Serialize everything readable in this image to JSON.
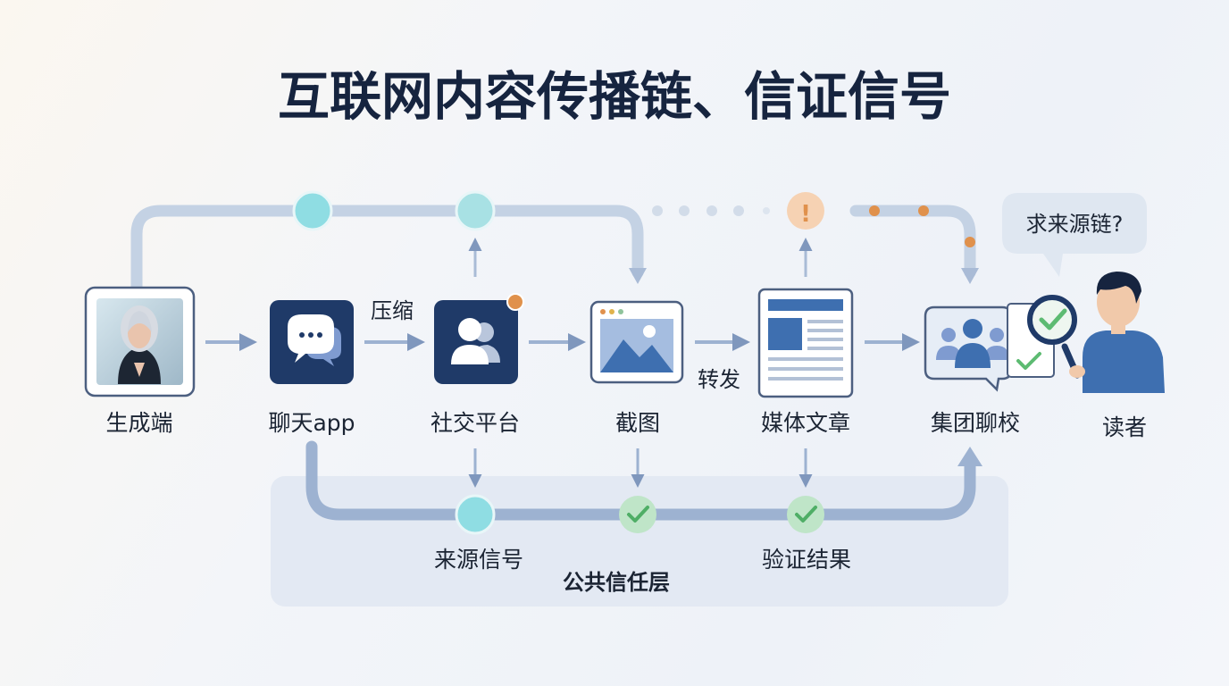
{
  "title": "互联网内容传播链、信证信号",
  "nodes": {
    "generator": "生成端",
    "chat_app": "聊天app",
    "social": "社交平台",
    "screenshot": "截图",
    "media": "媒体文章",
    "group_chat": "集团聊校",
    "reader": "读者"
  },
  "edge_labels": {
    "compress": "压缩",
    "forward": "转发"
  },
  "speech_bubble": "求来源链?",
  "trust_layer": {
    "title": "公共信任层",
    "source_signal": "来源信号",
    "verify_result": "验证结果"
  },
  "colors": {
    "navy": "#1f3a68",
    "flow": "#9db2d1",
    "cyan": "#8fdde3",
    "green": "#a8dcb6",
    "orange": "#e0914c",
    "title": "#16243f"
  }
}
